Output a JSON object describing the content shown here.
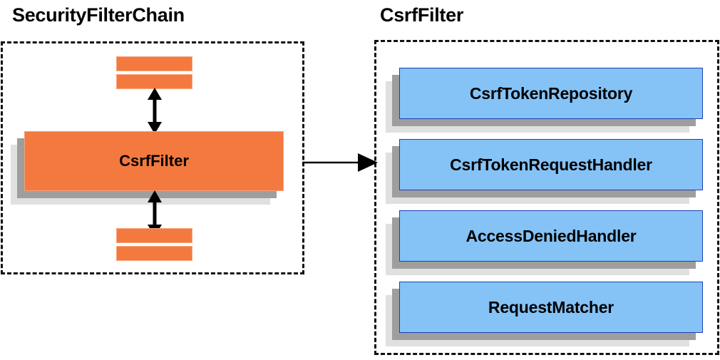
{
  "diagram": {
    "type": "architecture-block-diagram",
    "background_color": "#ffffff",
    "palette": {
      "orange_fill": "#F4793E",
      "orange_border": "#F4A07B",
      "blue_fill": "#85C3F7",
      "blue_border": "#1C3FB0",
      "shadow_dark": "#9E9E9E",
      "shadow_light": "#E0E0E0",
      "outline": "#111111",
      "text": "#000000"
    }
  },
  "panels": {
    "left": {
      "title": "SecurityFilterChain",
      "border_style": "dashed",
      "bars_top": [
        "",
        ""
      ],
      "focus_node": "CsrfFilter",
      "bars_bottom": [
        "",
        ""
      ]
    },
    "right": {
      "title": "CsrfFilter",
      "border_style": "dashed",
      "nodes": [
        {
          "label": "CsrfTokenRepository"
        },
        {
          "label": "CsrfTokenRequestHandler"
        },
        {
          "label": "AccessDeniedHandler"
        },
        {
          "label": "RequestMatcher"
        }
      ]
    }
  },
  "connectors": {
    "top_double_arrow": {
      "direction": "both",
      "orientation": "vertical"
    },
    "bottom_double_arrow": {
      "direction": "both",
      "orientation": "vertical"
    },
    "panel_link_arrow": {
      "direction": "right",
      "orientation": "horizontal"
    }
  }
}
